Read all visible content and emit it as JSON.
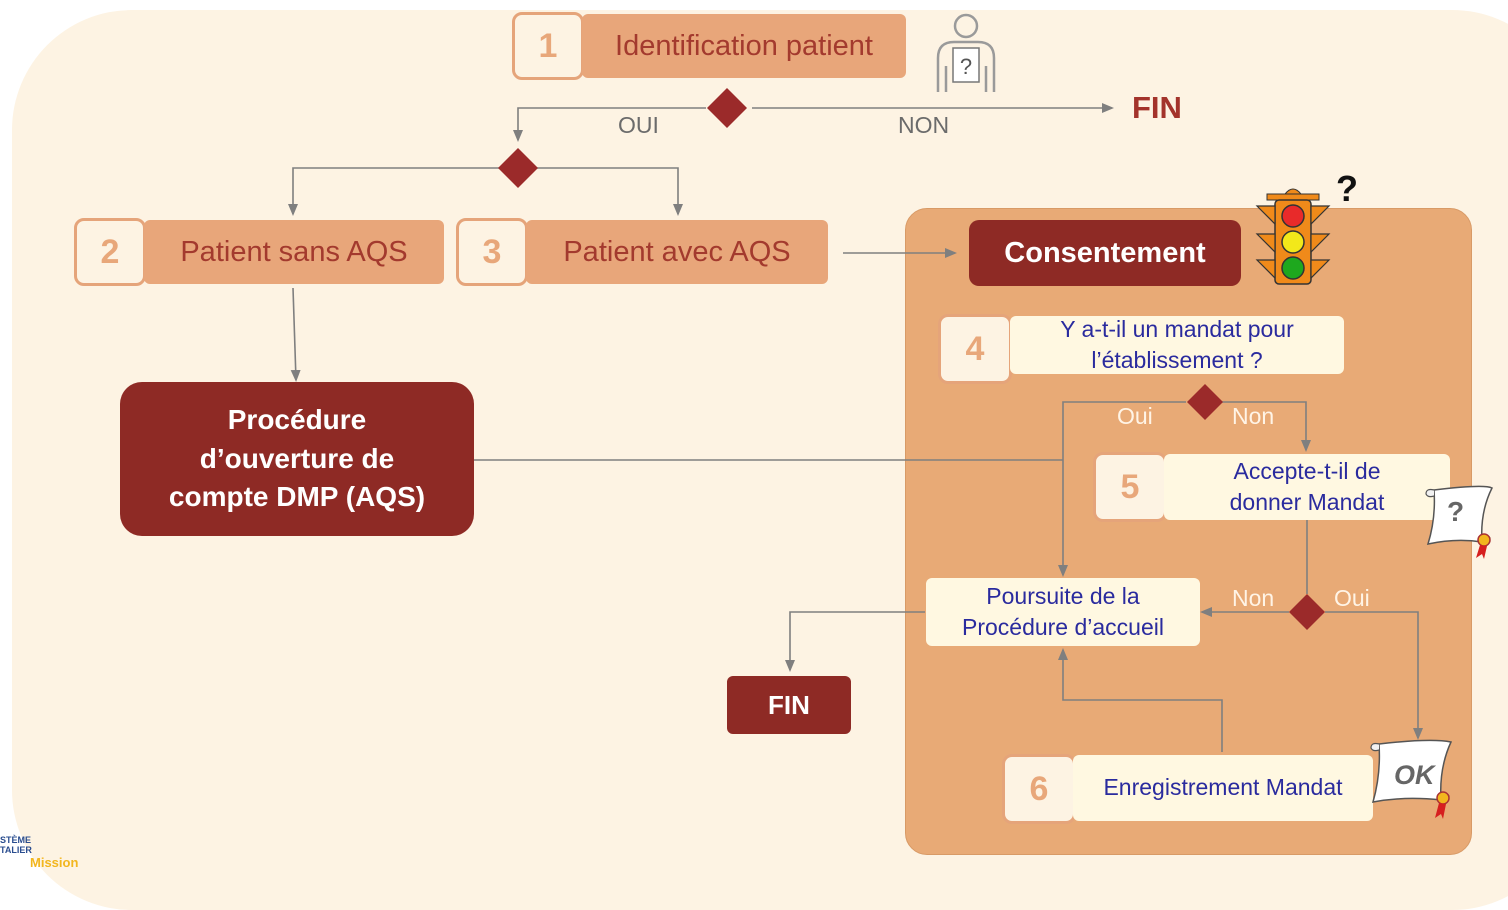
{
  "steps": {
    "s1": {
      "num": "1",
      "label": "Identification patient"
    },
    "s2": {
      "num": "2",
      "label": "Patient sans AQS"
    },
    "s3": {
      "num": "3",
      "label": "Patient avec AQS"
    },
    "s4": {
      "num": "4",
      "label_line1": "Y a-t-il un mandat pour",
      "label_line2": "l’établissement ?"
    },
    "s5": {
      "num": "5",
      "label_line1": "Accepte-t-il de",
      "label_line2": "donner Mandat"
    },
    "s6": {
      "num": "6",
      "label": "Enregistrement Mandat"
    }
  },
  "procedure": {
    "line1": "Procédure",
    "line2": "d’ouverture de",
    "line3": "compte DMP (AQS)"
  },
  "consentement": "Consentement",
  "poursuite": {
    "line1": "Poursuite de la",
    "line2": "Procédure d’accueil"
  },
  "fin_top": "FIN",
  "fin_bottom": "FIN",
  "branch_labels": {
    "oui_top": "OUI",
    "non_top": "NON",
    "oui_mandat": "Oui",
    "non_mandat": "Non",
    "non_accept": "Non",
    "oui_accept": "Oui"
  },
  "icons": {
    "person": "unknown-person-icon",
    "traffic_light": "traffic-light-icon",
    "scroll_question": "mandate-scroll-question-icon",
    "scroll_ok": "mandate-scroll-ok-icon",
    "traffic_question_mark": "?",
    "scroll_question_mark": "?",
    "scroll_ok_text": "OK"
  },
  "colors": {
    "background": "#fdf3e3",
    "salmon_box": "#e8a67a",
    "dark_red": "#8e2a25",
    "consent_panel": "#e8aa76",
    "cream_box": "#fff8e1",
    "connector": "#7f7f7f"
  },
  "logo": {
    "line1": "STÈME",
    "line2": "TALIER",
    "line3": "Mission"
  }
}
